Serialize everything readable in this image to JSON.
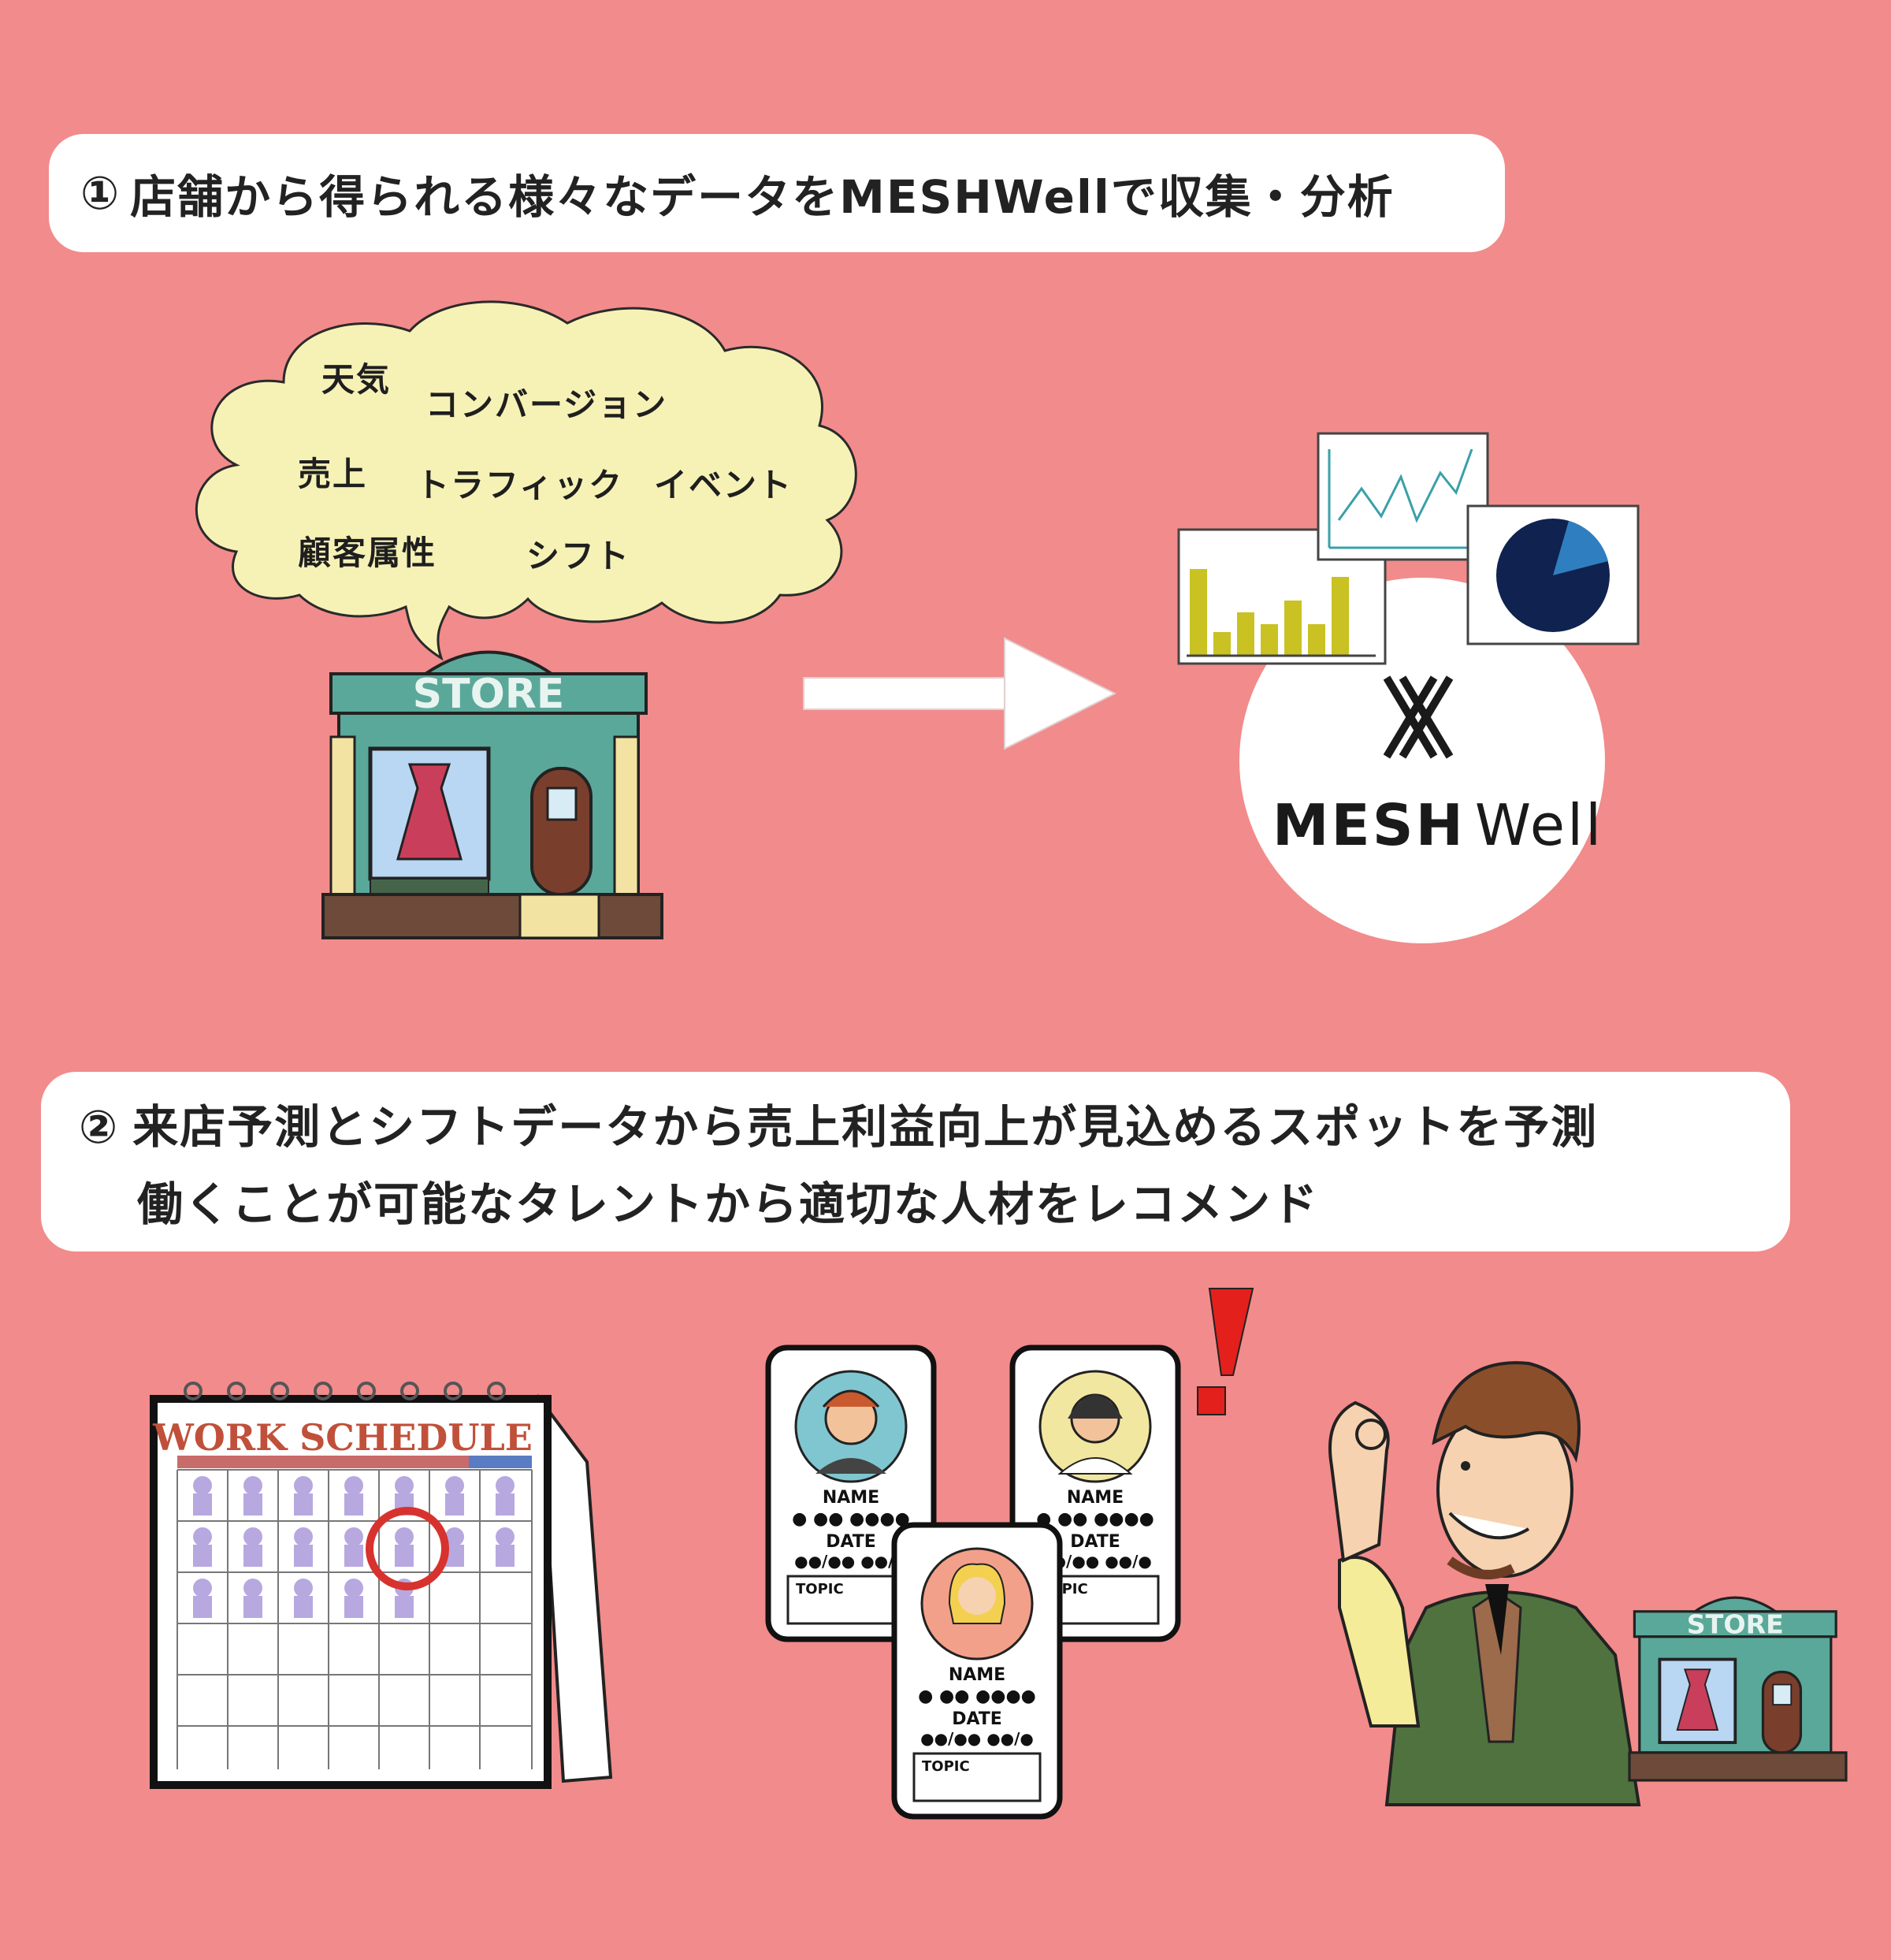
{
  "step1": {
    "number": "①",
    "text": "店舗から得られる様々なデータをMESHWellで収集・分析"
  },
  "step2": {
    "number": "②",
    "line1": "来店予測とシフトデータから売上利益向上が見込めるスポットを予測",
    "line2": "働くことが可能なタレントから適切な人材をレコメンド"
  },
  "cloud_words": {
    "weather": "天気",
    "conversion": "コンバージョン",
    "sales": "売上",
    "traffic": "トラフィック",
    "event": "イベント",
    "customer_attributes": "顧客属性",
    "shift": "シフト"
  },
  "store_sign": "STORE",
  "meshwell_logo": {
    "mesh": "MESH",
    "well": "Well"
  },
  "calendar_title": "WORK SCHEDULE",
  "profile_card": {
    "name_label": "NAME",
    "date_label": "DATE",
    "topic_label": "TOPIC"
  },
  "exclamation": "!",
  "colors": {
    "background": "#f28b8b",
    "store_teal": "#5aa89a",
    "chart_yellow": "#c9c222",
    "pie_navy": "#10224f",
    "calendar_red": "#d8322e"
  }
}
